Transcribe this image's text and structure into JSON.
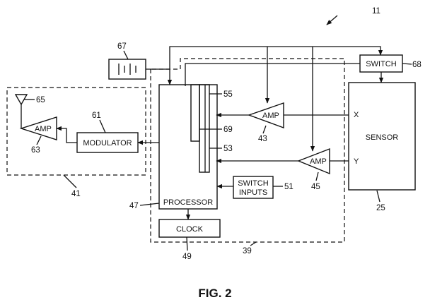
{
  "figure": {
    "ref_main": "11",
    "caption": "FIG. 2",
    "blocks": {
      "switch": {
        "label": "SWITCH",
        "ref": "68"
      },
      "sensor": {
        "label": "SENSOR",
        "ref": "25"
      },
      "processor": {
        "label": "PROCESSOR",
        "ref": "47"
      },
      "clock": {
        "label": "CLOCK",
        "ref": "49"
      },
      "switch_inputs": {
        "label_line1": "SWITCH",
        "label_line2": "INPUTS",
        "ref": "51"
      },
      "modulator": {
        "label": "MODULATOR",
        "ref": "61"
      },
      "amp_x": {
        "label": "AMP",
        "ref": "43"
      },
      "amp_y": {
        "label": "AMP",
        "ref": "45"
      },
      "amp_tx": {
        "label": "AMP",
        "ref": "63"
      },
      "battery": {
        "ref": "67"
      },
      "antenna": {
        "ref": "65"
      },
      "memory_outer": {
        "ref": "53"
      },
      "memory_inner": {
        "ref": "55"
      },
      "memory_core": {
        "ref": "69"
      }
    },
    "signals": {
      "x": "X",
      "y": "Y"
    },
    "regions": {
      "transmitter": {
        "ref": "41"
      },
      "main_unit": {
        "ref": "39"
      }
    }
  }
}
